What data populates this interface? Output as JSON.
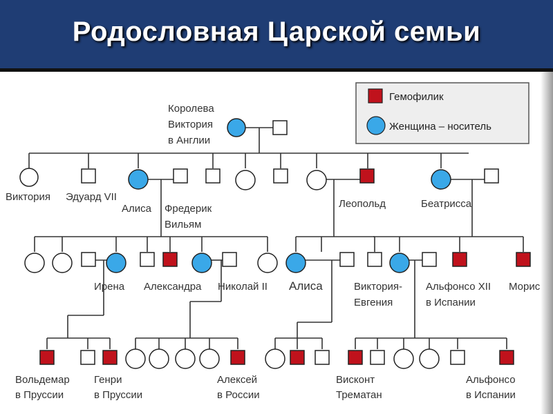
{
  "title": "Родословная Царской семьи",
  "legend": {
    "hemophiliac": "Гемофилик",
    "carrier": "Женщина – носитель"
  },
  "colors": {
    "header": "#1f3d74",
    "hemophiliac": "#c0121c",
    "carrier": "#3aa8e8"
  },
  "people": {
    "victoria_queen": [
      "Королева",
      "Виктория",
      "в Англии"
    ],
    "victoria": "Виктория",
    "edward": "Эдуард VII",
    "alice": "Алиса",
    "frederick": [
      "Фредерик",
      "Вильям"
    ],
    "leopold": "Леопольд",
    "beatrice": "Беатрисса",
    "irene": "Ирена",
    "alexandra": "Александра",
    "nicholas": "Николай II",
    "alice2": "Алиса",
    "victoria_eugenie": [
      "Виктория-",
      "Евгения"
    ],
    "alfonso12": [
      "Альфонсо XII",
      "в Испании"
    ],
    "maurice": "Морис",
    "waldemar": [
      "Вольдемар",
      "в Пруссии"
    ],
    "henry": [
      "Генри",
      "в Пруссии"
    ],
    "alexei": [
      "Алексей",
      "в России"
    ],
    "tremathan": [
      "Висконт",
      "Трематан"
    ],
    "alfonso": [
      "Альфонсо",
      "в Испании"
    ]
  }
}
